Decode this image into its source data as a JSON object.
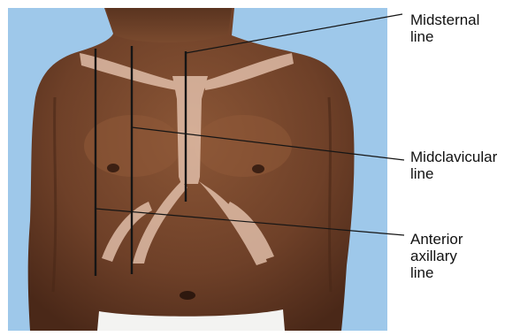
{
  "labels": {
    "midsternal": "Midsternal\nline",
    "midclavicular": "Midclavicular\nline",
    "anterior_axillary": "Anterior\naxillary\nline"
  },
  "colors": {
    "background": "#9ec8ea",
    "skin": "#7a4a2e",
    "bone_overlay": "#e9c7b2",
    "line": "#151515"
  }
}
